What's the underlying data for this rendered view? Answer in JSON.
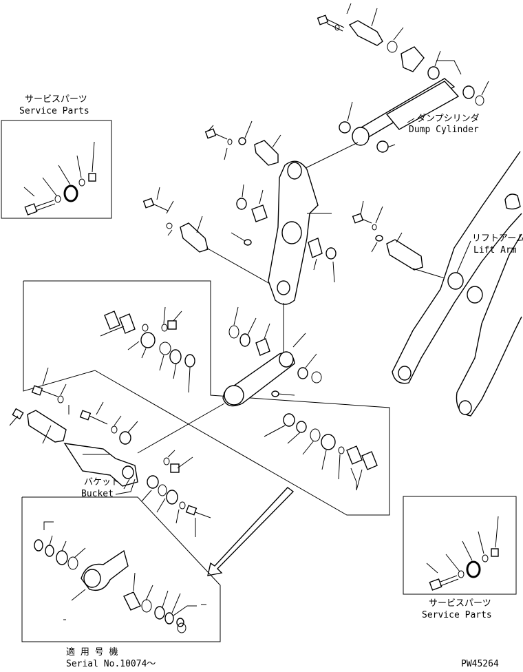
{
  "labels": {
    "service_parts_left_jp": "サービスパーツ",
    "service_parts_left_en": "Service Parts",
    "dump_cylinder_jp": "ダンプシリンダ",
    "dump_cylinder_en": "Dump Cylinder",
    "lift_arm_jp": "リフトアーム",
    "lift_arm_en": "Lift Arm",
    "bucket_jp": "バケット",
    "bucket_en": "Bucket",
    "service_parts_right_jp": "サービスパーツ",
    "service_parts_right_en": "Service Parts",
    "serial_jp": "適 用 号 機",
    "serial_en": "Serial No.10074～",
    "drawing_id": "PW45264"
  }
}
